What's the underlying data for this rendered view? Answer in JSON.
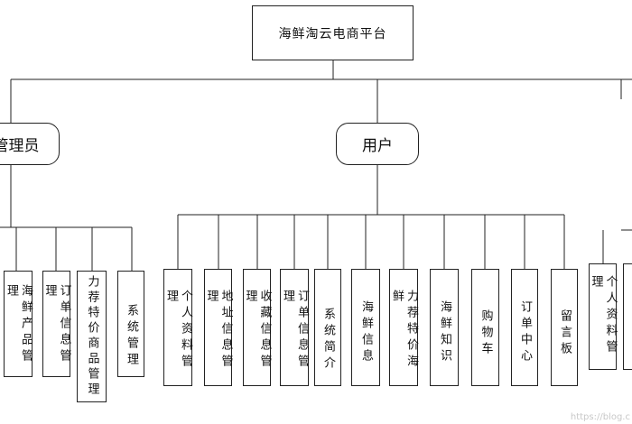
{
  "root": {
    "label": "海鲜淘云电商平台"
  },
  "roles": {
    "admin": {
      "label": "管理员"
    },
    "user": {
      "label": "用户"
    }
  },
  "admin_modules": [
    {
      "label": "海鲜产品管理"
    },
    {
      "label": "订单信息管理"
    },
    {
      "label": "力荐特价商品管理"
    },
    {
      "label": "系统管理"
    }
  ],
  "user_modules": [
    {
      "label": "个人资料管理"
    },
    {
      "label": "地址信息管理"
    },
    {
      "label": "收藏信息管理"
    },
    {
      "label": "订单信息管理"
    },
    {
      "label": "系统简介"
    },
    {
      "label": "海鲜信息"
    },
    {
      "label": "力荐特价海鲜"
    },
    {
      "label": "海鲜知识"
    },
    {
      "label": "购物车"
    },
    {
      "label": "订单中心"
    },
    {
      "label": "留言板"
    }
  ],
  "third_role_modules": [
    {
      "label": "个人资料管理"
    }
  ],
  "watermark": "https://blog.c"
}
